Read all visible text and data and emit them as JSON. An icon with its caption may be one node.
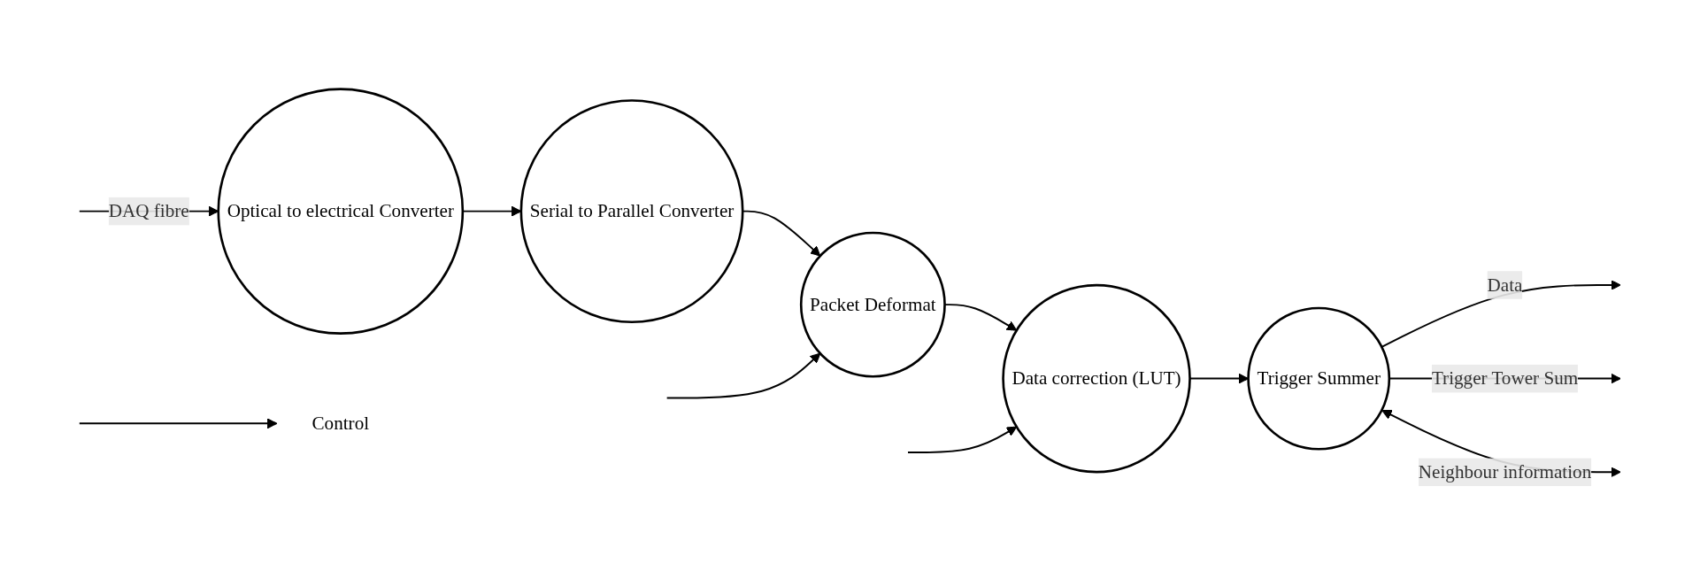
{
  "diagram": {
    "nodes": [
      {
        "text": [
          "Optical to electrical Converter"
        ]
      },
      {
        "text": [
          "Serial to Parallel Converter"
        ]
      },
      {
        "text": [
          "Packet Deformat"
        ]
      },
      {
        "text": [
          "Data correction (LUT)"
        ]
      },
      {
        "text": [
          "Trigger Summer"
        ]
      },
      {
        "text": [
          "Control"
        ]
      }
    ],
    "edges": [
      {
        "from": null,
        "to": 0,
        "arrow": "to",
        "label": "DAQ fibre"
      },
      {
        "from": 0,
        "to": 1,
        "arrow": "to"
      },
      {
        "from": 1,
        "to": 2,
        "arrow": "to"
      },
      {
        "from": 2,
        "to": 3,
        "arrow": "to"
      },
      {
        "from": 3,
        "to": 4,
        "arrow": "to"
      },
      {
        "from": null,
        "to": 2,
        "arrow": "to"
      },
      {
        "from": null,
        "to": 3,
        "arrow": "to"
      },
      {
        "from": null,
        "to": 5,
        "arrow": "to"
      },
      {
        "from": 4,
        "to": null,
        "arrow": "to",
        "label": "Data"
      },
      {
        "from": 4,
        "to": null,
        "arrow": "to",
        "label": "Trigger Tower Sum"
      },
      {
        "from": 4,
        "to": null,
        "arrow": "both",
        "label": "Neighbour information"
      }
    ]
  }
}
